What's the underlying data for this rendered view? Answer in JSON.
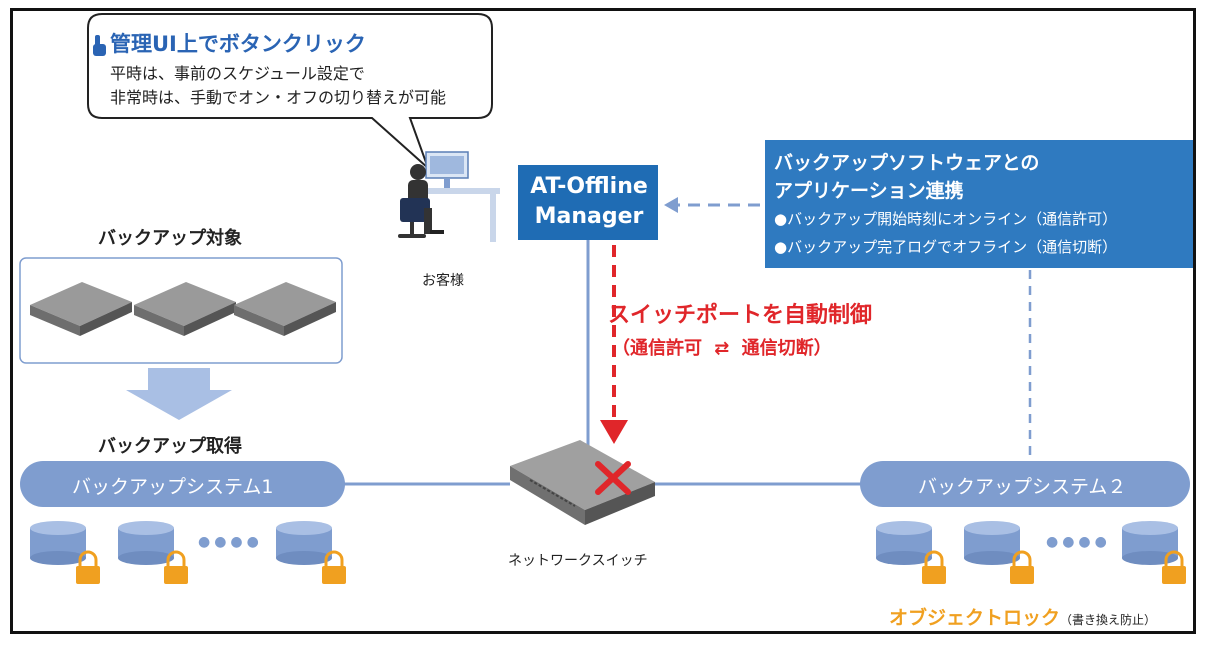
{
  "bubble": {
    "title": "管理UI上でボタンクリック",
    "line1": "平時は、事前のスケジュール設定で",
    "line2": "非常時は、手動でオン・オフの切り替えが可能"
  },
  "customer_label": "お客様",
  "manager": {
    "line1": "AT-Offline",
    "line2": "Manager"
  },
  "integration": {
    "title_line1": "バックアップソフトウェアとの",
    "title_line2": "アプリケーション連携",
    "bullet1": "●バックアップ開始時刻にオンライン（通信許可）",
    "bullet2": "●バックアップ完了ログでオフライン（通信切断）"
  },
  "control": {
    "title": "スイッチポートを自動制御",
    "sub_open": "（通信許可",
    "sub_close": "通信切断）"
  },
  "backup_target_label": "バックアップ対象",
  "backup_acquire_label": "バックアップ取得",
  "system1_label": "バックアップシステム1",
  "system2_label": "バックアップシステム２",
  "switch_label": "ネットワークスイッチ",
  "ellipsis": "●●●●",
  "object_lock": {
    "label": "オブジェクトロック",
    "sub": "（書き換え防止）"
  },
  "colors": {
    "primary_blue": "#2f73ba",
    "system_bar": "#7f9dcf",
    "light_blue": "#a9bfe4",
    "red": "#e0262a",
    "lock_orange": "#f0a020"
  }
}
